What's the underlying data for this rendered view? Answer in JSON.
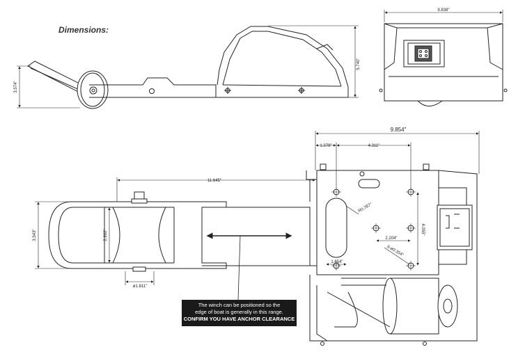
{
  "header": {
    "title": "Dimensions:"
  },
  "side_view": {
    "height": "3.574\"",
    "right_height": "5.740\""
  },
  "front_view": {
    "width": "9.838\""
  },
  "top_view": {
    "overall_width": "9.854\"",
    "offset_left": "1.378\"",
    "hole_spacing_top": "4.311\"",
    "roller_distance": "11.645\"",
    "roller_outer": "3.543\"",
    "roller_inner": "2.992\"",
    "roller_diameter": "ø1.811\"",
    "slot_radius": "R0.787\"",
    "hole_height": "4.055\"",
    "hole_spacing_mid": "2.204\"",
    "hole_spec": "6-ø0.354\"",
    "slot_width": "1.654\""
  },
  "callout": {
    "line1": "The winch can be positioned so the",
    "line2": "edge of boat is generally in this range.",
    "line3": "CONFIRM YOU HAVE ANCHOR CLEARANCE"
  }
}
